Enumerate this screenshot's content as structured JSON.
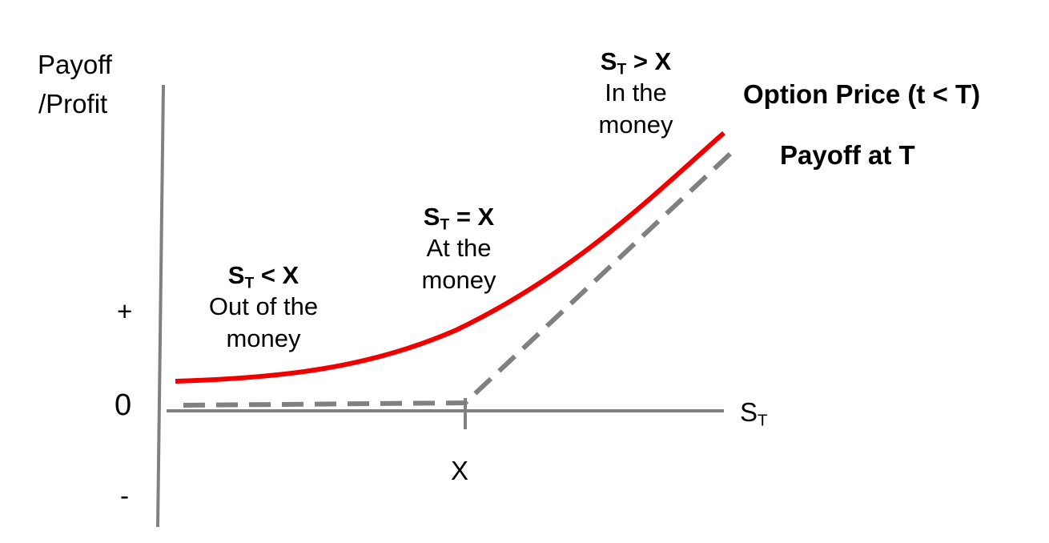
{
  "y_axis": {
    "title_line1": "Payoff",
    "title_line2": "/Profit",
    "tick_plus": "+",
    "tick_zero": "0",
    "tick_minus": "-"
  },
  "x_axis": {
    "label_main": "S",
    "label_sub": "T",
    "strike_label": "X"
  },
  "regions": {
    "otm": {
      "cond_main": "S",
      "cond_sub": "T",
      "cond_rest": " < X",
      "line1": "Out of the",
      "line2": "money"
    },
    "atm": {
      "cond_main": "S",
      "cond_sub": "T",
      "cond_rest": " = X",
      "line1": "At the",
      "line2": "money"
    },
    "itm": {
      "cond_main": "S",
      "cond_sub": "T",
      "cond_rest": " > X",
      "line1": "In the",
      "line2": "money"
    }
  },
  "legend": {
    "option_price": "Option Price (t < T)",
    "payoff": "Payoff at T"
  },
  "colors": {
    "axis": "#808080",
    "option_price_curve": "#ee0000",
    "payoff_line": "#808080"
  }
}
